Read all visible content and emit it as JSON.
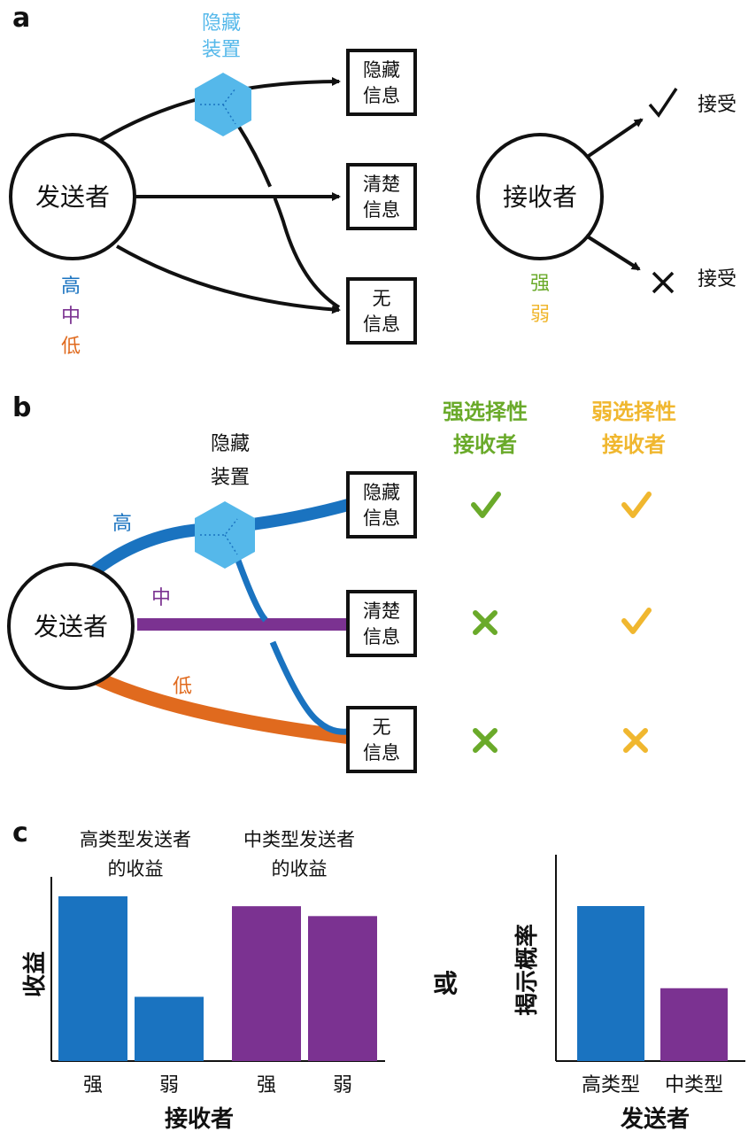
{
  "colors": {
    "high": "#1a73c0",
    "mid": "#7b3291",
    "low": "#e06a1e",
    "hide_device": "#55b8ea",
    "strong": "#6aaa2a",
    "weak": "#f0b72f",
    "black": "#111111"
  },
  "panel_a": {
    "label": "a",
    "hide_device": "隐藏装置",
    "sender": "发送者",
    "receiver": "接收者",
    "box_hidden": [
      "隐藏",
      "信息"
    ],
    "box_clear": [
      "清楚",
      "信息"
    ],
    "box_none": [
      "无",
      "信息"
    ],
    "types": [
      "高",
      "中",
      "低"
    ],
    "receiver_types": [
      "强",
      "弱"
    ],
    "accept_top": "接受",
    "accept_bottom": "接受"
  },
  "panel_b": {
    "label": "b",
    "hide_device": "隐藏装置",
    "sender": "发送者",
    "box_hidden": [
      "隐藏",
      "信息"
    ],
    "box_clear": [
      "清楚",
      "信息"
    ],
    "box_none": [
      "无",
      "信息"
    ],
    "path_high": "高",
    "path_mid": "中",
    "path_low": "低",
    "strong_header": [
      "强选择性",
      "接收者"
    ],
    "weak_header": [
      "弱选择性",
      "接收者"
    ],
    "strong_marks": [
      "check",
      "cross",
      "cross"
    ],
    "weak_marks": [
      "check",
      "check",
      "cross"
    ],
    "mark_icons": [
      "check-icon",
      "cross-icon"
    ]
  },
  "panel_c": {
    "label": "c",
    "or_text": "或"
  },
  "chart_data": [
    {
      "type": "bar",
      "title": "",
      "group_labels": [
        "高类型发送者的收益",
        "中类型发送者的收益"
      ],
      "categories": [
        "强",
        "弱",
        "强",
        "弱"
      ],
      "series": [
        {
          "name": "高类型发送者的收益",
          "values": [
            100,
            39,
            null,
            null
          ]
        },
        {
          "name": "中类型发送者的收益",
          "values": [
            null,
            null,
            94,
            88
          ]
        }
      ],
      "xlabel": "接收者",
      "ylabel": "收益"
    },
    {
      "type": "bar",
      "title": "",
      "categories": [
        "高类型",
        "中类型"
      ],
      "values": [
        100,
        47
      ],
      "xlabel": "发送者",
      "ylabel": "揭示概率"
    }
  ]
}
